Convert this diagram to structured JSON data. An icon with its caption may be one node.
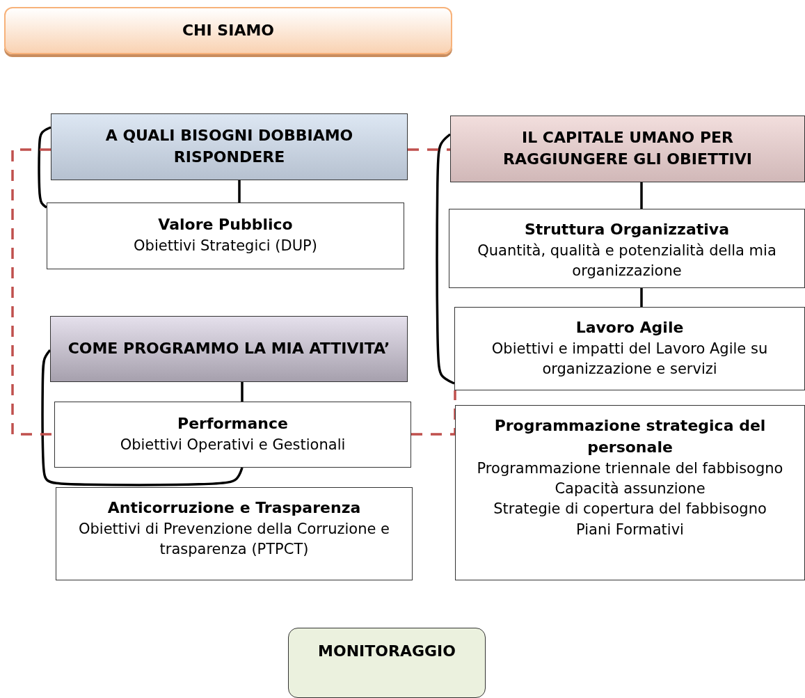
{
  "diagram": {
    "nodes": [
      {
        "text": [
          "CHI SIAMO"
        ]
      },
      {
        "text": [
          "A QUALI BISOGNI DOBBIAMO RISPONDERE"
        ]
      },
      {
        "text": [
          "Valore Pubblico",
          "Obiettivi Strategici (DUP)"
        ]
      },
      {
        "text": [
          "IL CAPITALE UMANO PER RAGGIUNGERE GLI OBIETTIVI"
        ]
      },
      {
        "text": [
          "Struttura Organizzativa",
          "Quantità, qualità e potenzialità della mia organizzazione"
        ]
      },
      {
        "text": [
          "Lavoro Agile",
          "Obiettivi e impatti del Lavoro Agile su organizzazione e servizi"
        ]
      },
      {
        "text": [
          "COME PROGRAMMO LA MIA ATTIVITA’"
        ]
      },
      {
        "text": [
          "Performance",
          "Obiettivi Operativi e Gestionali"
        ]
      },
      {
        "text": [
          "Anticorruzione e Trasparenza",
          "Obiettivi di Prevenzione della Corruzione e trasparenza (PTPCT)"
        ]
      },
      {
        "text": [
          "Programmazione strategica del personale",
          "Programmazione triennale del fabbisogno",
          "Capacità assunzione",
          "Strategie di copertura del fabbisogno",
          "Piani Formativi"
        ]
      },
      {
        "text": [
          "MONITORAGGIO"
        ]
      }
    ],
    "edges": [
      {
        "from": 1,
        "to": 2,
        "arrow": "none"
      },
      {
        "from": 1,
        "to": 2,
        "arrow": "none"
      },
      {
        "from": 3,
        "to": 4,
        "arrow": "none"
      },
      {
        "from": 4,
        "to": 5,
        "arrow": "none"
      },
      {
        "from": 3,
        "to": 5,
        "arrow": "none"
      },
      {
        "from": 6,
        "to": 7,
        "arrow": "none"
      },
      {
        "from": 6,
        "to": 7,
        "arrow": "none"
      },
      {
        "from": 1,
        "to": 3,
        "arrow": "none",
        "style": "dashed",
        "color": "#c0504d"
      },
      {
        "from": 1,
        "to": 7,
        "arrow": "none",
        "style": "dashed",
        "color": "#c0504d"
      },
      {
        "from": 7,
        "to": 5,
        "arrow": "none",
        "style": "dashed",
        "color": "#c0504d"
      }
    ]
  }
}
